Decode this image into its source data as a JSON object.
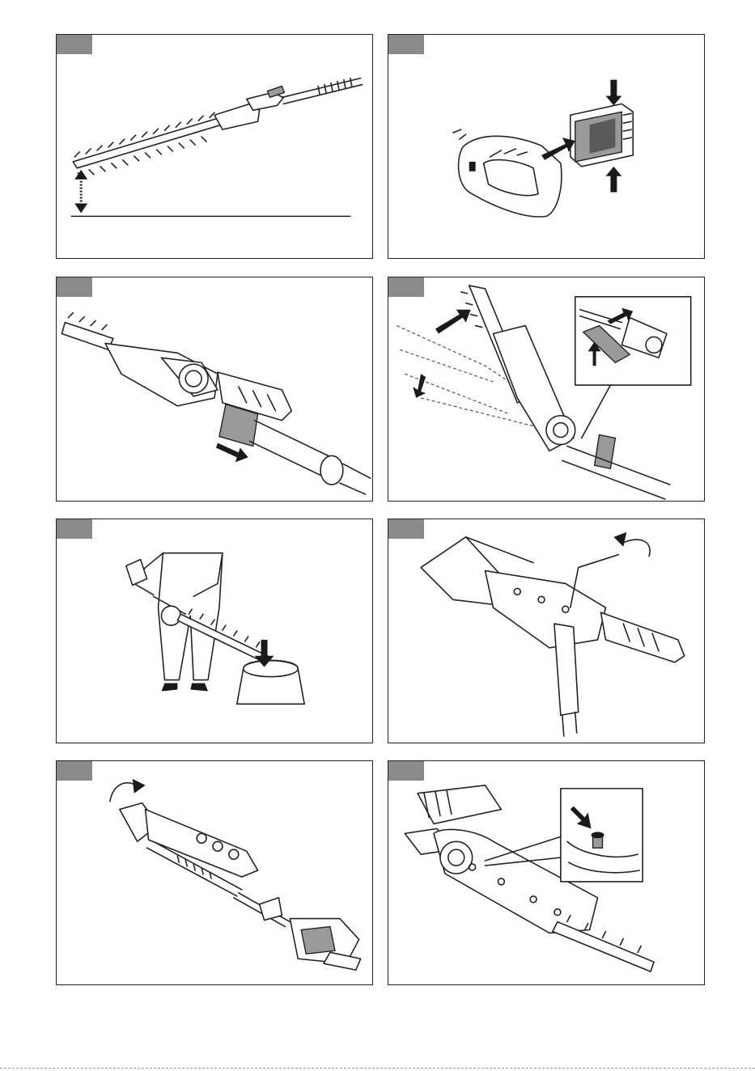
{
  "page": {
    "panels": [
      {
        "id": 1,
        "name": "hedge-trimmer-height-diagram"
      },
      {
        "id": 2,
        "name": "battery-insertion-diagram"
      },
      {
        "id": 3,
        "name": "sliding-sleeve-release-diagram"
      },
      {
        "id": 4,
        "name": "head-angle-adjustment-diagram"
      },
      {
        "id": 5,
        "name": "operator-stump-stance-diagram"
      },
      {
        "id": 6,
        "name": "hex-wrench-adjustment-diagram"
      },
      {
        "id": 7,
        "name": "blade-cover-rotation-diagram"
      },
      {
        "id": 8,
        "name": "grease-fitting-diagram"
      }
    ],
    "colors": {
      "tag": "#8a8a8a",
      "line": "#222222",
      "background": "#ffffff"
    }
  }
}
